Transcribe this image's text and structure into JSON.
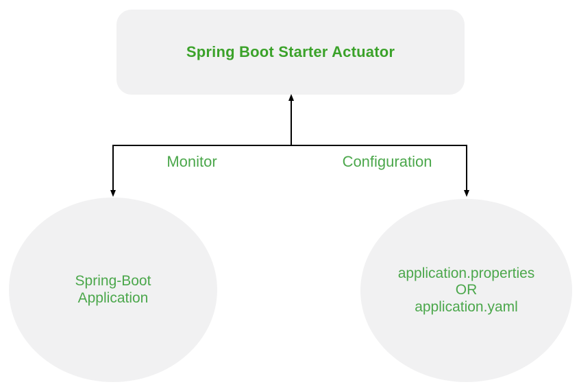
{
  "diagram": {
    "root_box": {
      "label": "Spring Boot Starter Actuator"
    },
    "edges": {
      "left_label": "Monitor",
      "right_label": "Configuration"
    },
    "left_circle": {
      "lines": [
        "Spring-Boot",
        "Application"
      ]
    },
    "right_circle": {
      "lines": [
        "application.properties",
        "OR",
        "application.yaml"
      ]
    },
    "colors": {
      "title_green": "#3ba22a",
      "text_green": "#4ba74b",
      "node_fill": "#f1f1f2",
      "connector": "#000000",
      "canvas_bg": "#ffffff"
    }
  }
}
